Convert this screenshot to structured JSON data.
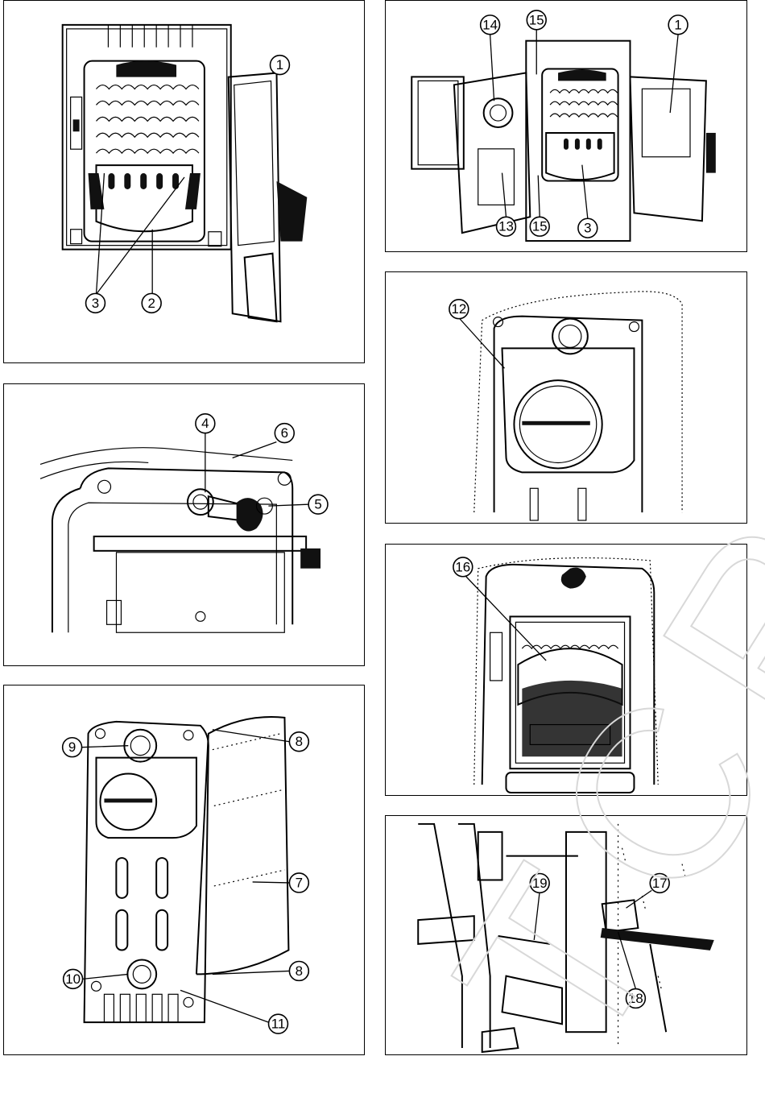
{
  "watermark": "TCROS",
  "panels": [
    {
      "id": "fig-a",
      "callouts": [
        "1",
        "3",
        "2"
      ]
    },
    {
      "id": "fig-b",
      "callouts": [
        "14",
        "15",
        "1",
        "13",
        "15",
        "3"
      ]
    },
    {
      "id": "fig-c",
      "callouts": [
        "4",
        "6",
        "5"
      ]
    },
    {
      "id": "fig-d",
      "callouts": [
        "12"
      ]
    },
    {
      "id": "fig-e",
      "callouts": [
        "9",
        "8",
        "7",
        "8",
        "10",
        "11"
      ]
    },
    {
      "id": "fig-f",
      "callouts": [
        "16"
      ]
    },
    {
      "id": "fig-g",
      "callouts": [
        "19",
        "17",
        "18"
      ]
    }
  ]
}
